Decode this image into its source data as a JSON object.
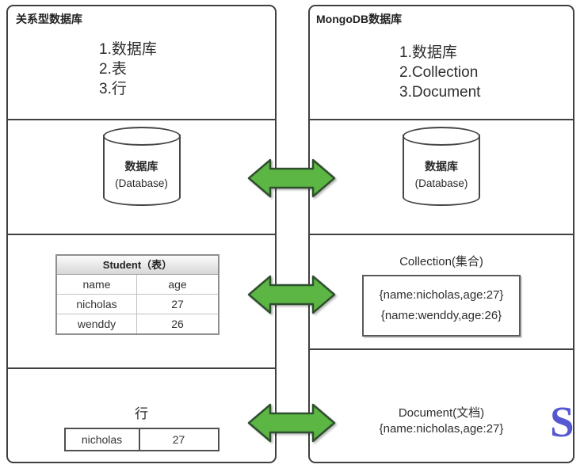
{
  "left_panel": {
    "title": "关系型数据库",
    "items": [
      "1.数据库",
      "2.表",
      "3.行"
    ],
    "database": {
      "name": "数据库",
      "subtitle": "(Database)"
    },
    "table": {
      "title": "Student（表）",
      "columns": [
        "name",
        "age"
      ],
      "rows": [
        [
          "nicholas",
          "27"
        ],
        [
          "wenddy",
          "26"
        ]
      ]
    },
    "row_section": {
      "title": "行",
      "cells": [
        "nicholas",
        "27"
      ]
    }
  },
  "right_panel": {
    "title": "MongoDB数据库",
    "items": [
      "1.数据库",
      "2.Collection",
      "3.Document"
    ],
    "database": {
      "name": "数据库",
      "subtitle": "(Database)"
    },
    "collection": {
      "title": "Collection(集合)",
      "documents": [
        "{name:nicholas,age:27}",
        "{name:wenddy,age:26}"
      ]
    },
    "document": {
      "title": "Document(文档)",
      "content": "{name:nicholas,age:27}"
    }
  },
  "watermark": "S",
  "colors": {
    "arrow_fill": "#5cb644",
    "arrow_stroke": "#2f4f2f",
    "box_border": "#404040",
    "watermark": "#5558d0"
  }
}
